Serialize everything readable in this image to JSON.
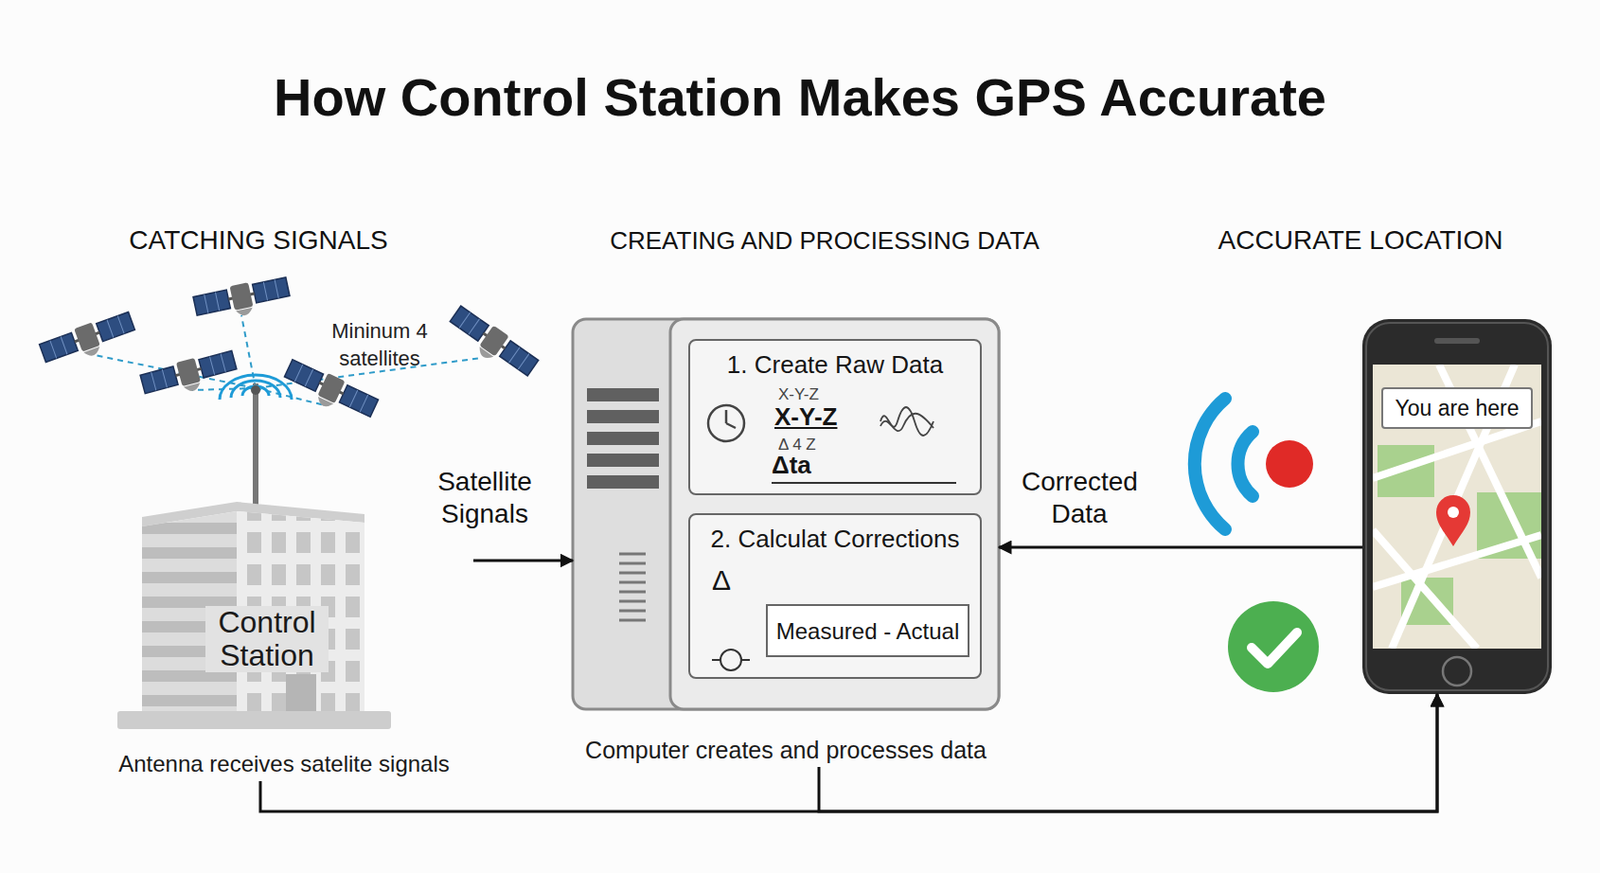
{
  "diagram": {
    "title": "How Control Station Makes GPS Accurate",
    "nodes": [
      {
        "text": [
          "Control Station",
          "Antenna receives satelite signals"
        ]
      },
      {
        "text": [
          "Computer creates and processes data"
        ]
      },
      {
        "text": [
          "1. Create Raw Data"
        ],
        "in": 1
      },
      {
        "text": [
          "2. Calculat Corrections"
        ],
        "in": 1
      },
      {
        "text": [
          "Measured - Actual"
        ],
        "in": 3
      },
      {
        "text": [
          "You are here"
        ]
      }
    ],
    "edges": [
      {
        "from": 0,
        "to": 1,
        "label": "Satellite Signals",
        "arrow": "to"
      },
      {
        "from": 5,
        "to": 1,
        "label": "Corrected Data",
        "arrow": "to"
      },
      {
        "from": 0,
        "to": 5,
        "arrow": "to"
      },
      {
        "from": 1,
        "to": 5,
        "arrow": "to"
      }
    ],
    "labels": [
      "CATCHING SIGNALS",
      "CREATING AND PROCIESSING DATA",
      "ACCURATE LOCATION",
      "Mininum 4 satellites",
      "X-Y-Z",
      "X-Y-Z",
      "Δ 4 Z",
      "Δta",
      "Δ"
    ]
  }
}
